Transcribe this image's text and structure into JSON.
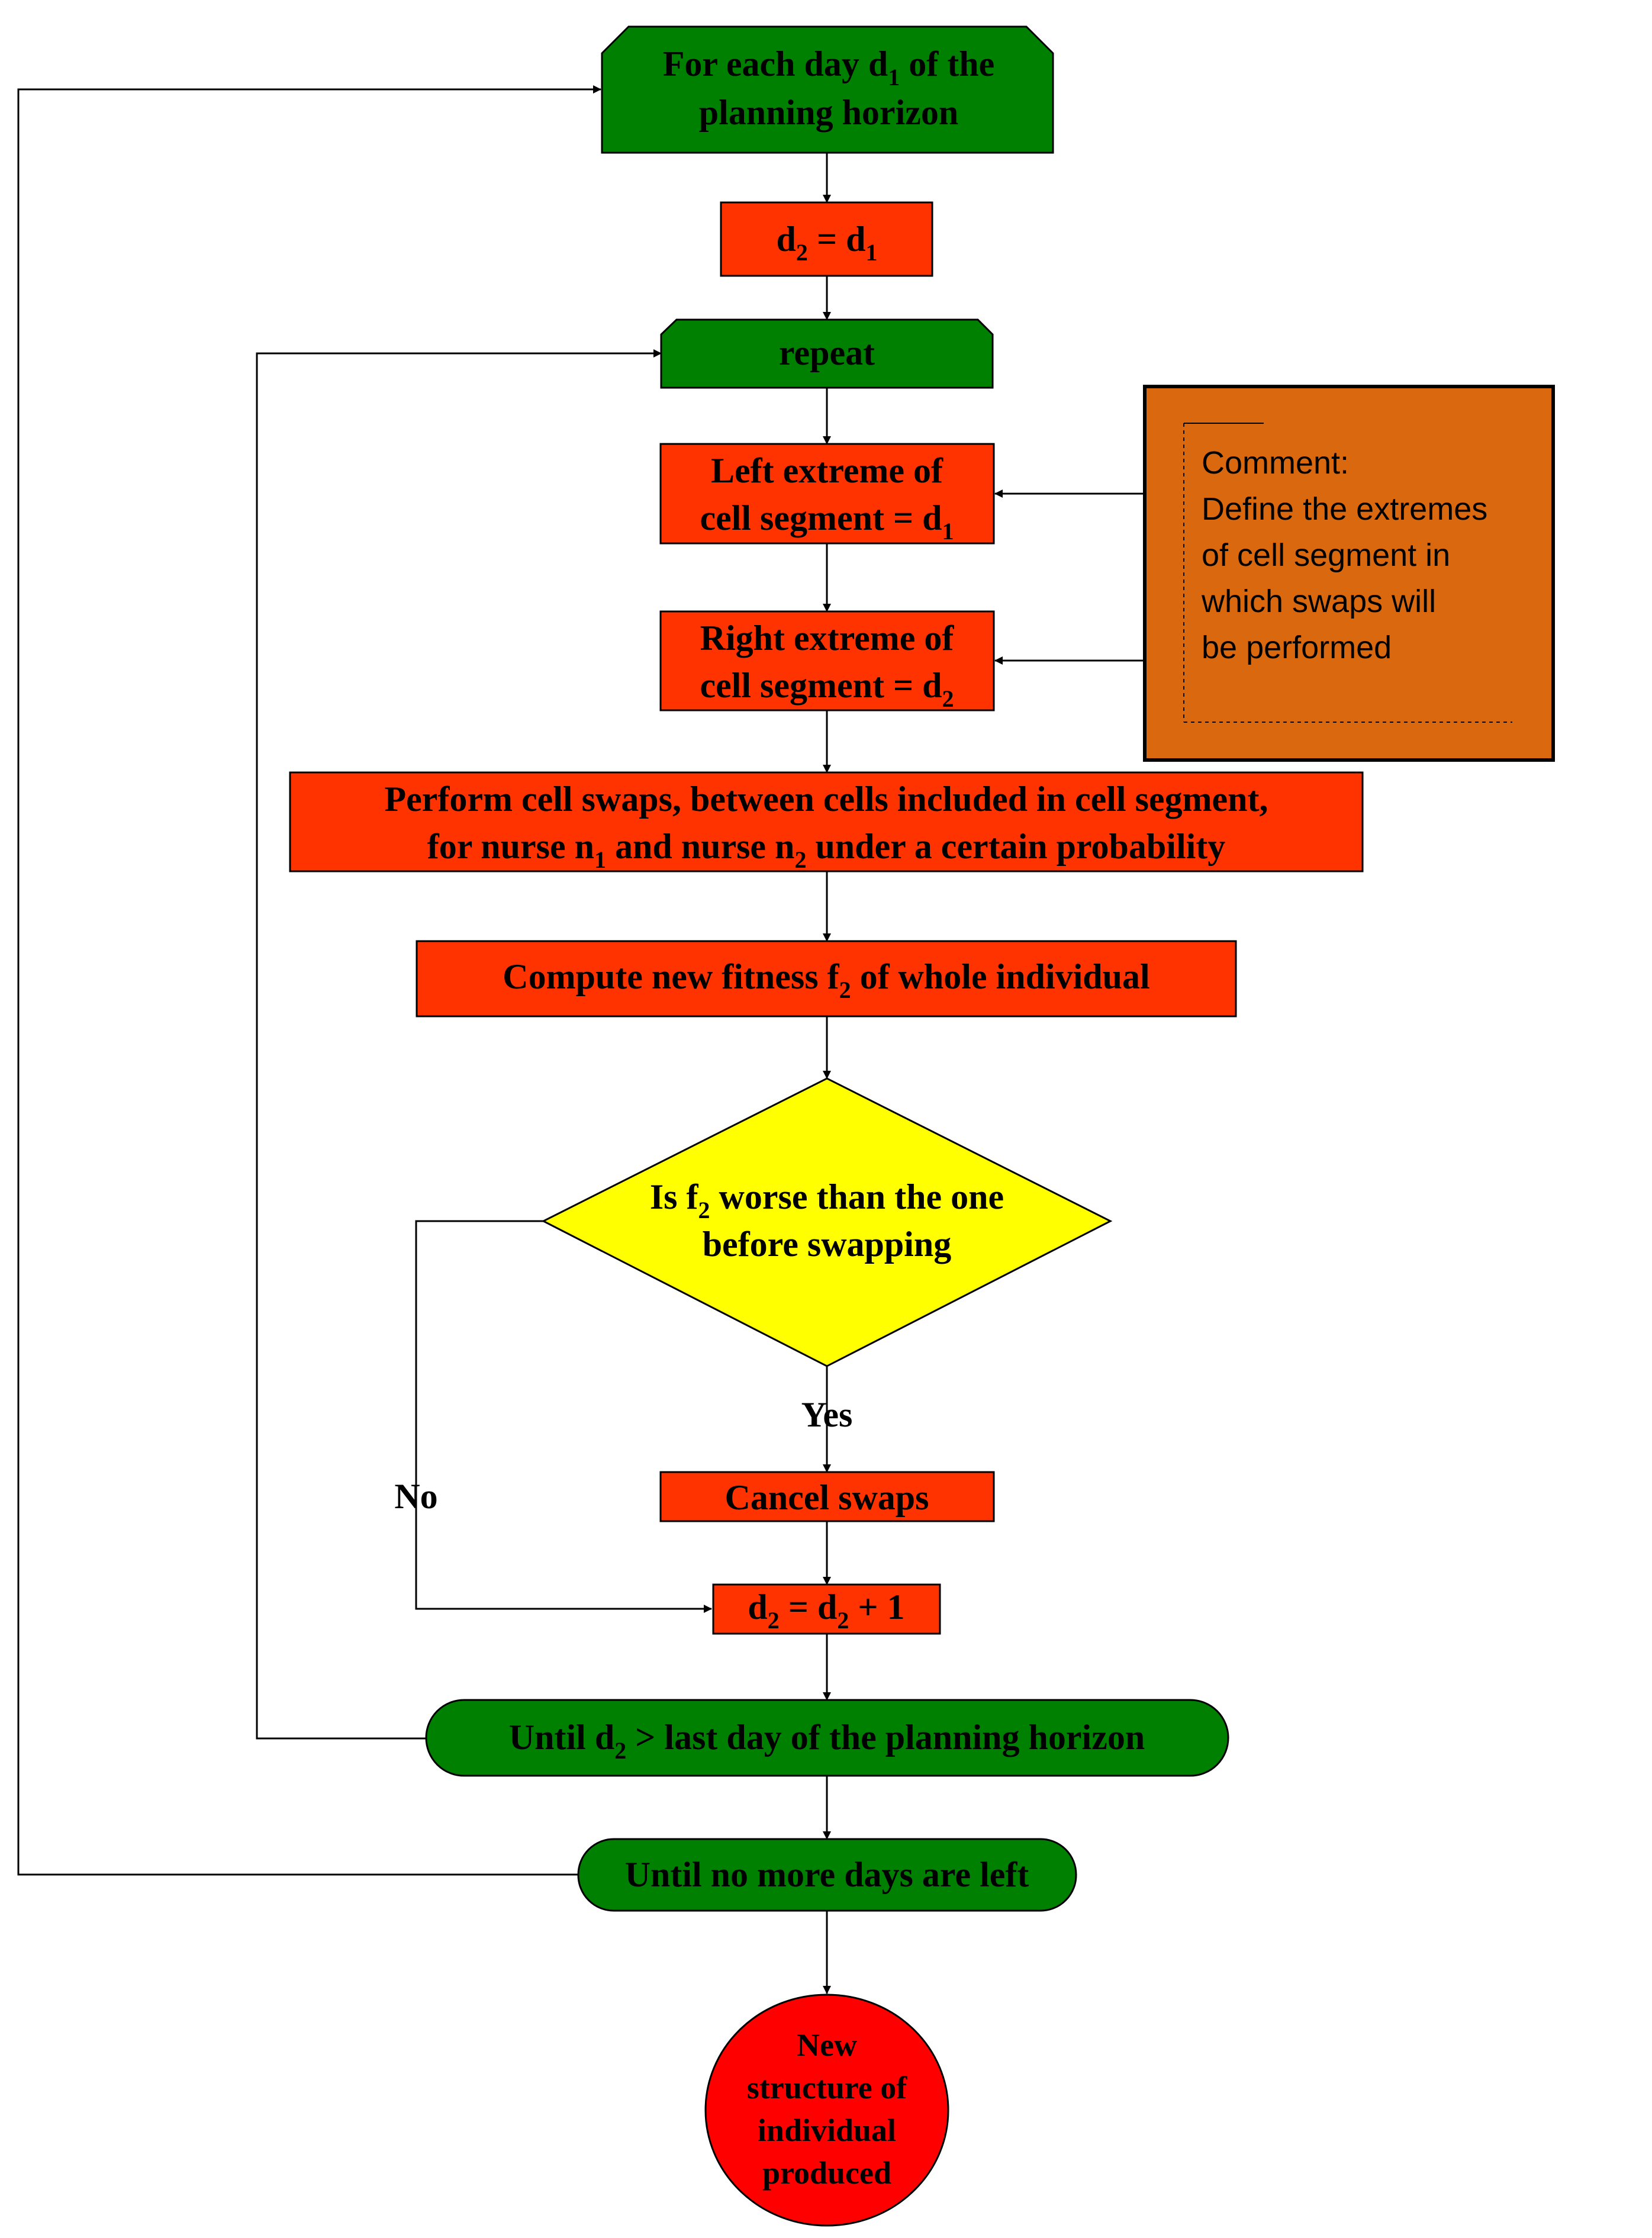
{
  "colors": {
    "loop_green": "#008000",
    "process_red": "#ff3300",
    "decision_yellow": "#ffff00",
    "comment_orange": "#d9680f",
    "end_red": "#ff0000",
    "line_black": "#000000"
  },
  "nodes": {
    "for_each_day": [
      "For each day d",
      "1",
      " of the",
      "planning horizon"
    ],
    "init_d2": [
      "d",
      "2",
      " = d",
      "1"
    ],
    "repeat": "repeat",
    "left_extreme": [
      "Left extreme of",
      "cell segment = d",
      "1"
    ],
    "right_extreme": [
      "Right extreme of",
      "cell segment = d",
      "2"
    ],
    "perform_swaps": [
      "Perform cell swaps, between cells included in cell segment,",
      "for nurse n",
      "1",
      " and nurse n",
      "2",
      " under a certain probability"
    ],
    "compute_fitness": [
      "Compute new fitness f",
      "2",
      " of whole individual"
    ],
    "decision": [
      "Is f",
      "2",
      " worse than the one",
      "before swapping"
    ],
    "cancel_swaps": "Cancel swaps",
    "increment_d2": [
      "d",
      "2",
      " = d",
      "2",
      " + 1"
    ],
    "until_d2": [
      "Until d",
      "2",
      " > last day of the planning horizon"
    ],
    "until_no_days": "Until no more days are left",
    "end": [
      "New",
      "structure of",
      "individual",
      "produced"
    ]
  },
  "edge_labels": {
    "yes": "Yes",
    "no": "No"
  },
  "comment": {
    "lines": [
      "Comment:",
      "Define the extremes",
      "of cell segment in",
      "which swaps will",
      "be performed"
    ]
  }
}
